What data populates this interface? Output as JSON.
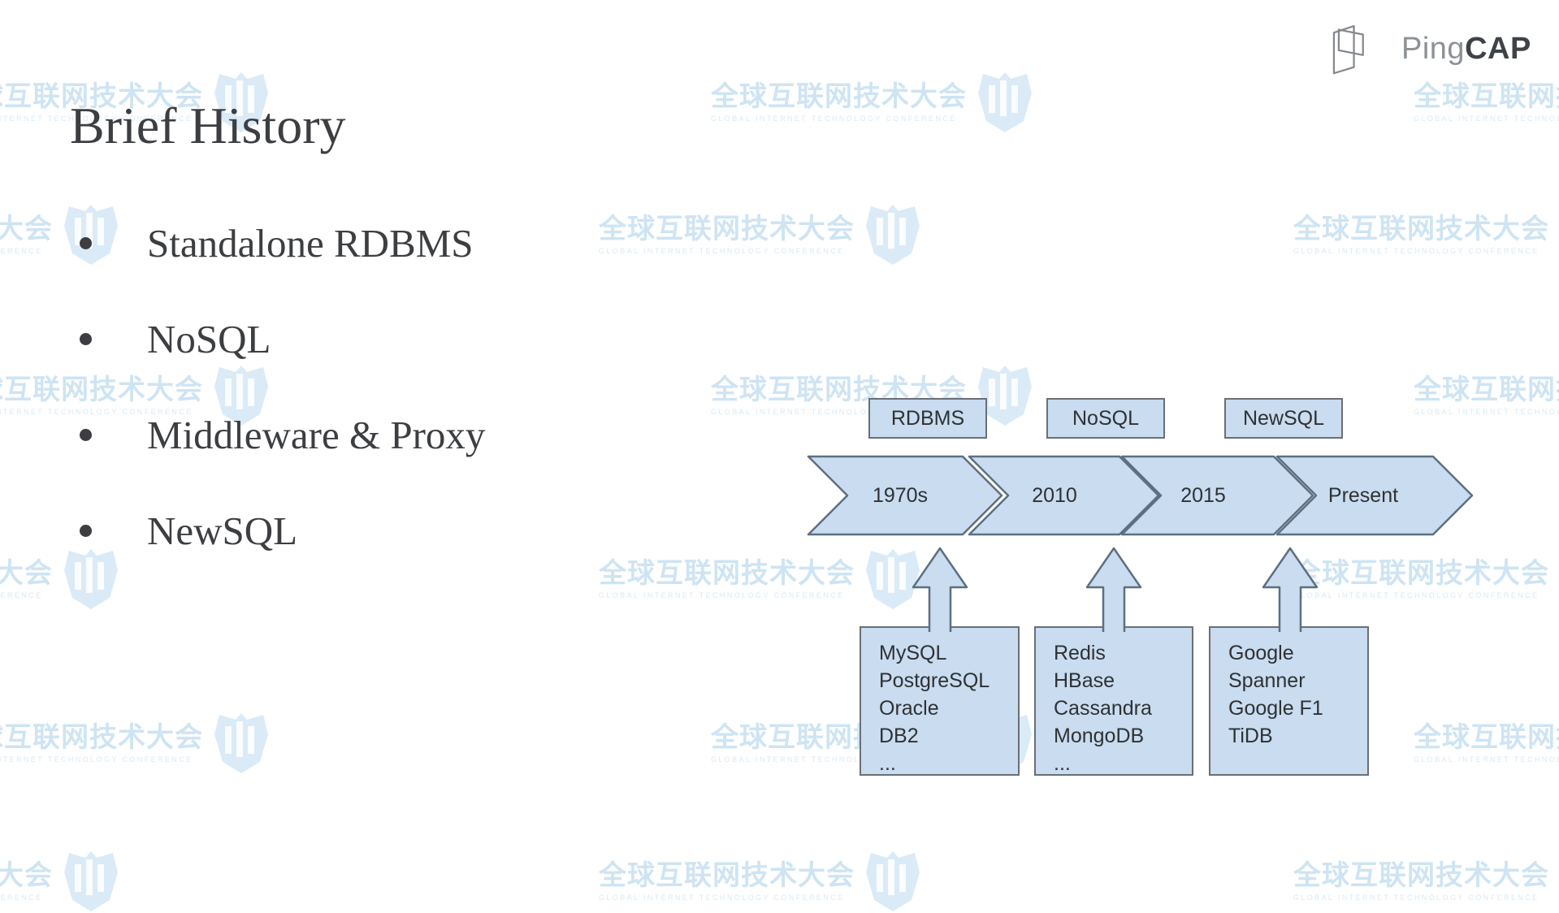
{
  "brand": {
    "name_light": "Ping",
    "name_bold": "CAP"
  },
  "slide": {
    "title": "Brief History",
    "bullets": [
      "Standalone RDBMS",
      "NoSQL",
      "Middleware & Proxy",
      "NewSQL"
    ]
  },
  "watermark": {
    "text": "全球互联网技术大会",
    "subtext": "GLOBAL INTERNET TECHNOLOGY CONFERENCE"
  },
  "timeline": {
    "category_labels": [
      "RDBMS",
      "NoSQL",
      "NewSQL"
    ],
    "eras": [
      "1970s",
      "2010",
      "2015",
      "Present"
    ],
    "example_boxes": [
      {
        "lines": [
          "MySQL",
          "PostgreSQL",
          "Oracle",
          "DB2",
          "..."
        ]
      },
      {
        "lines": [
          "Redis",
          "HBase",
          "Cassandra",
          "MongoDB",
          "..."
        ]
      },
      {
        "lines": [
          "Google",
          "Spanner",
          "Google F1",
          "TiDB"
        ]
      }
    ]
  },
  "colors": {
    "shape_fill": "#c9dcf0",
    "shape_border": "#5d7082",
    "label_box_border": "#6a6f75",
    "text_dark": "#2f3133",
    "title_text": "#3c3e41",
    "brand_light": "#8d9296",
    "brand_dark": "#3f4347",
    "watermark_blue": "#9ecbe8"
  }
}
